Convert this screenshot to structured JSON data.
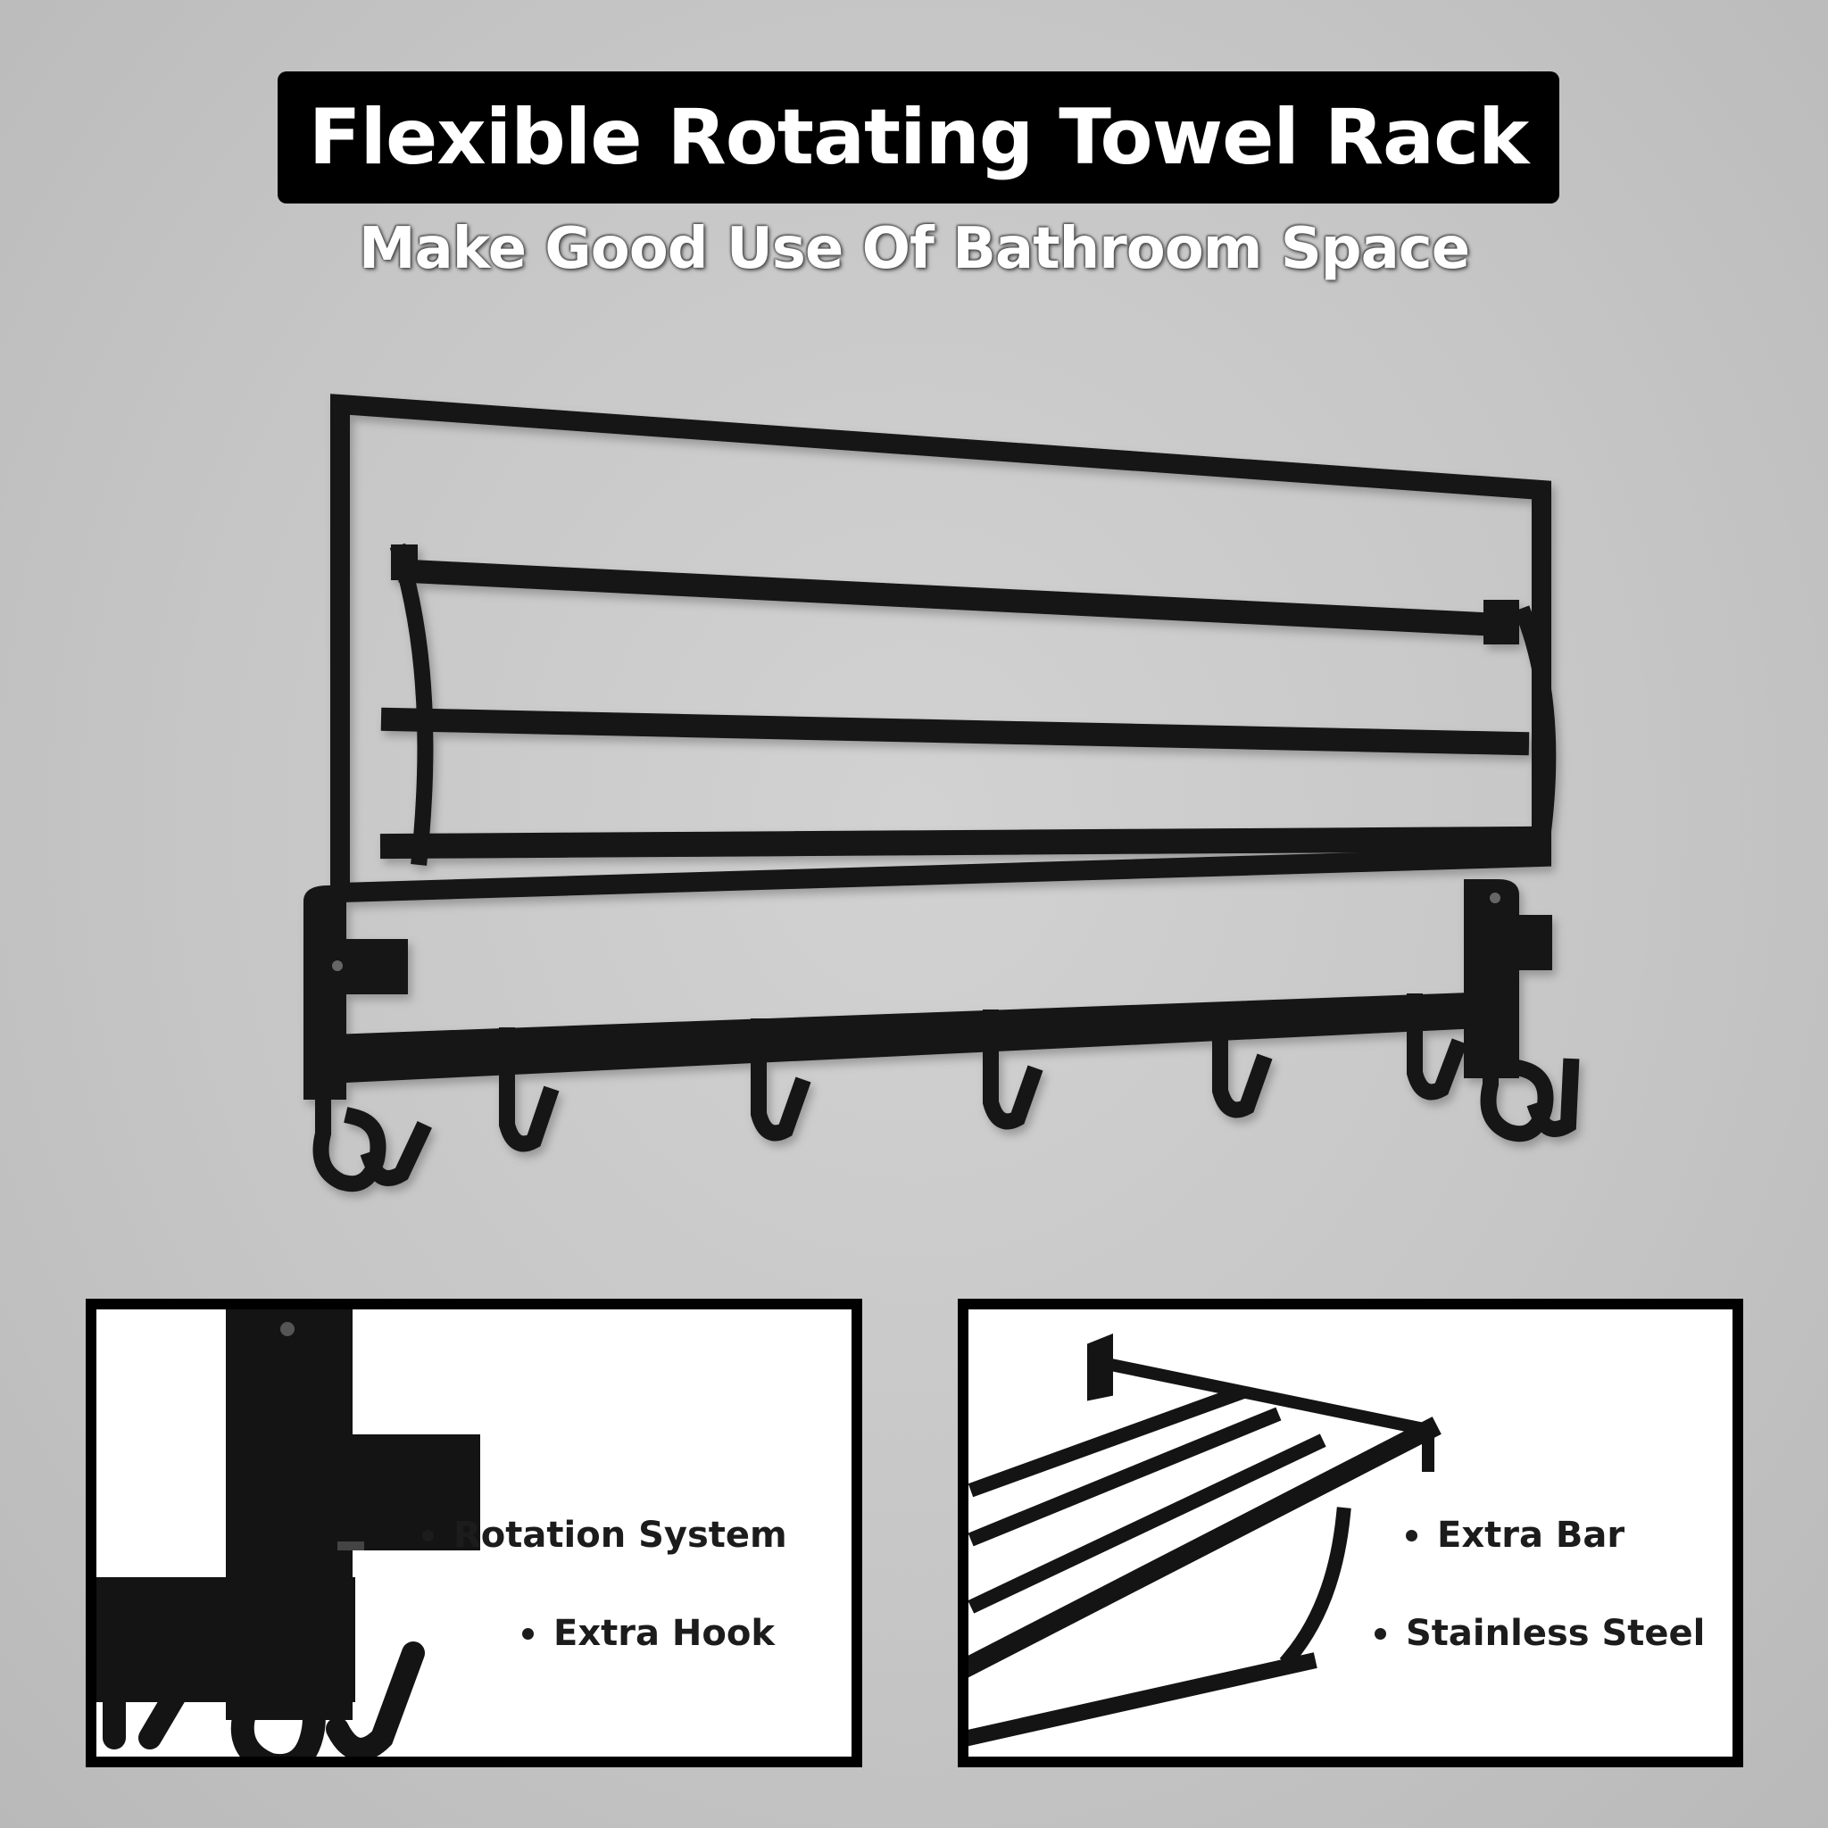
{
  "header": {
    "title": "Flexible Rotating Towel Rack",
    "subtitle": "Make Good Use Of Bathroom Space"
  },
  "product": {
    "name": "towel-rack",
    "color": "#141414"
  },
  "panels": {
    "left": {
      "bullets": [
        "Rotation System",
        "Extra Hook"
      ]
    },
    "right": {
      "bullets": [
        "Extra Bar",
        "Stainless Steel"
      ]
    }
  },
  "colors": {
    "background": "#c8c8c8",
    "banner": "#000000",
    "banner_text": "#ffffff",
    "panel_background": "#ffffff",
    "panel_border": "#000000"
  }
}
